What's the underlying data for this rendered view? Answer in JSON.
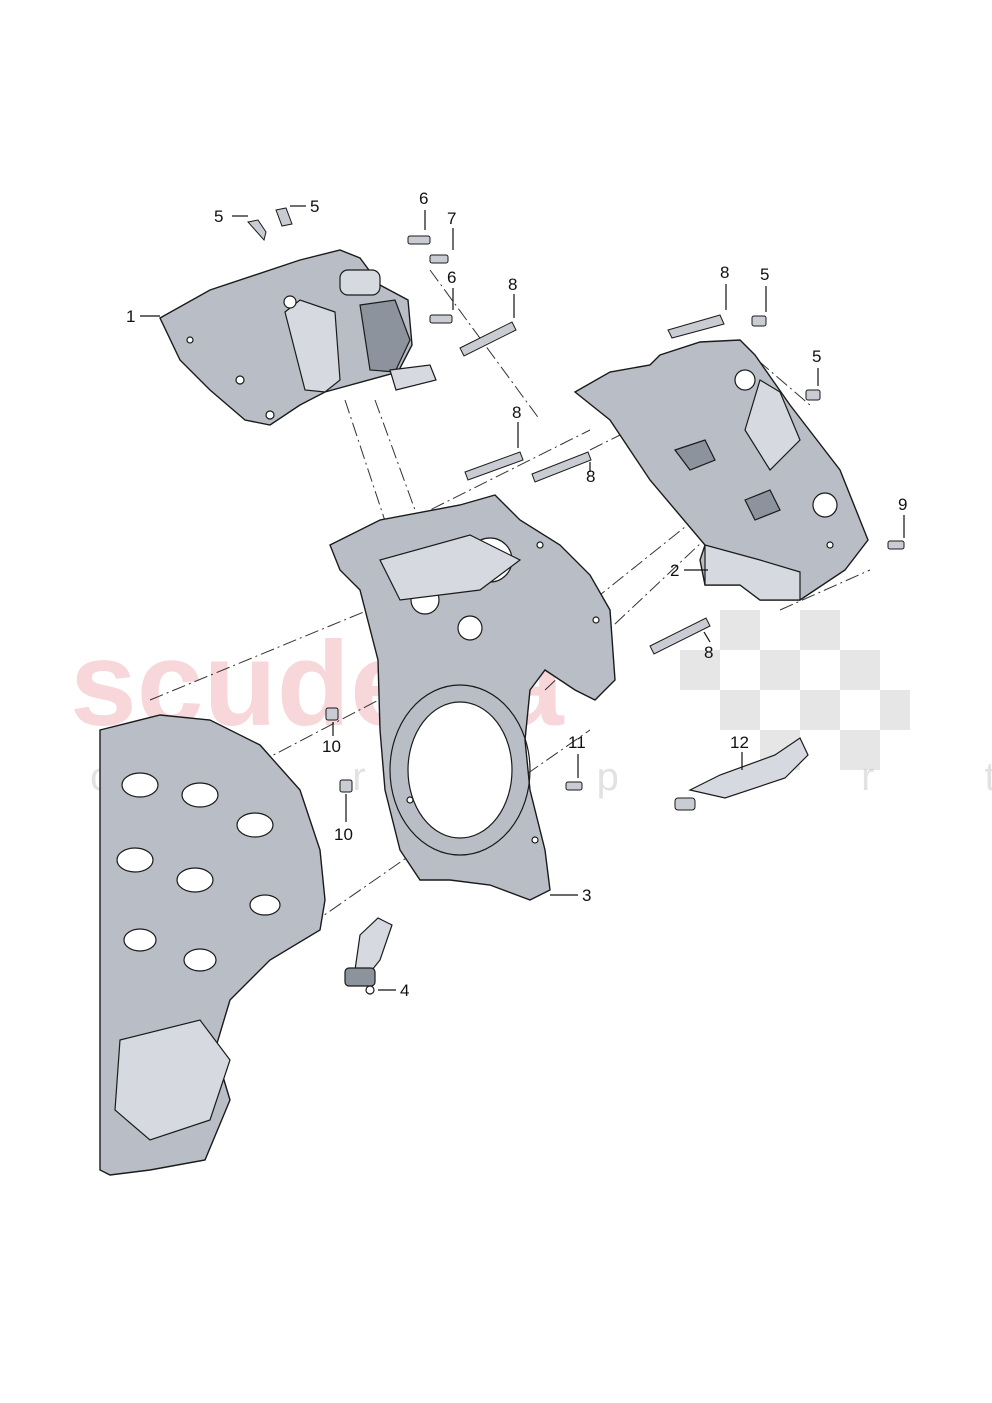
{
  "watermark": {
    "main": "scuderia",
    "sub": "car parts"
  },
  "callouts": [
    {
      "id": "c1",
      "label": "1"
    },
    {
      "id": "c2",
      "label": "2"
    },
    {
      "id": "c3",
      "label": "3"
    },
    {
      "id": "c4",
      "label": "4"
    },
    {
      "id": "c5a",
      "label": "5"
    },
    {
      "id": "c5b",
      "label": "5"
    },
    {
      "id": "c5c",
      "label": "5"
    },
    {
      "id": "c5d",
      "label": "5"
    },
    {
      "id": "c6a",
      "label": "6"
    },
    {
      "id": "c6b",
      "label": "6"
    },
    {
      "id": "c7",
      "label": "7"
    },
    {
      "id": "c8a",
      "label": "8"
    },
    {
      "id": "c8b",
      "label": "8"
    },
    {
      "id": "c8c",
      "label": "8"
    },
    {
      "id": "c8d",
      "label": "8"
    },
    {
      "id": "c8e",
      "label": "8"
    },
    {
      "id": "c9",
      "label": "9"
    },
    {
      "id": "c10a",
      "label": "10"
    },
    {
      "id": "c10b",
      "label": "10"
    },
    {
      "id": "c11",
      "label": "11"
    },
    {
      "id": "c12",
      "label": "12"
    }
  ]
}
